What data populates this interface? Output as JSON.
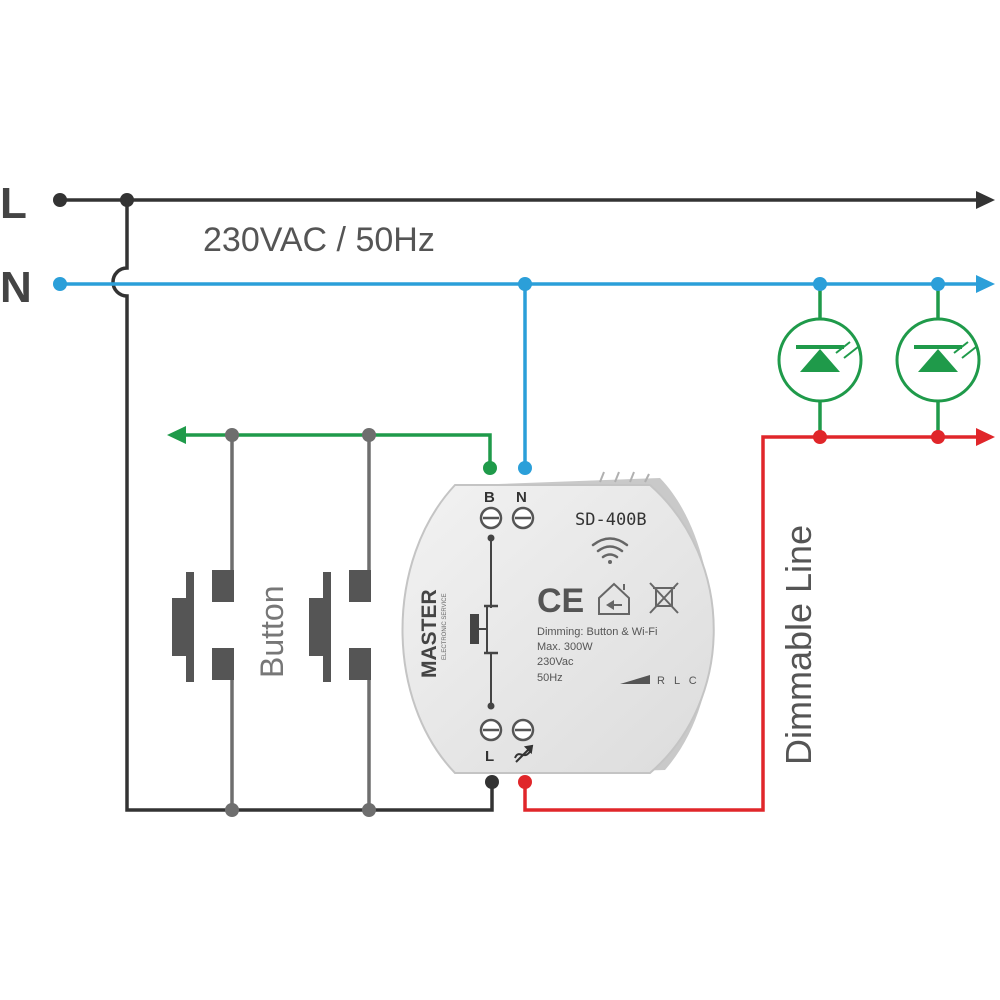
{
  "lines": {
    "l_label": "L",
    "n_label": "N",
    "supply_label": "230VAC / 50Hz"
  },
  "button_label": "Button",
  "dimmable_label": "Dimmable Line",
  "module": {
    "model": "SD-400B",
    "brand": "MASTER",
    "brand_sub": "ELECTRONIC SERVICE",
    "terminal_b": "B",
    "terminal_n": "N",
    "terminal_l": "L",
    "ce_mark": "CE",
    "specs": [
      "Dimming: Button & Wi-Fi",
      "Max. 300W",
      "230Vac",
      "50Hz"
    ],
    "load_types": "R L C"
  },
  "colors": {
    "live": "#333333",
    "neutral": "#2b9fd9",
    "button_line": "#1f9a4a",
    "dimmed": "#e0262a",
    "gray_wire": "#6e6e6e",
    "lamp": "#1f9a4a"
  },
  "icons": {
    "wifi": "wifi-icon",
    "home": "home-icon",
    "weee": "weee-icon",
    "ramp": "dimming-ramp-icon",
    "dimmer": "dimmer-symbol-icon"
  }
}
